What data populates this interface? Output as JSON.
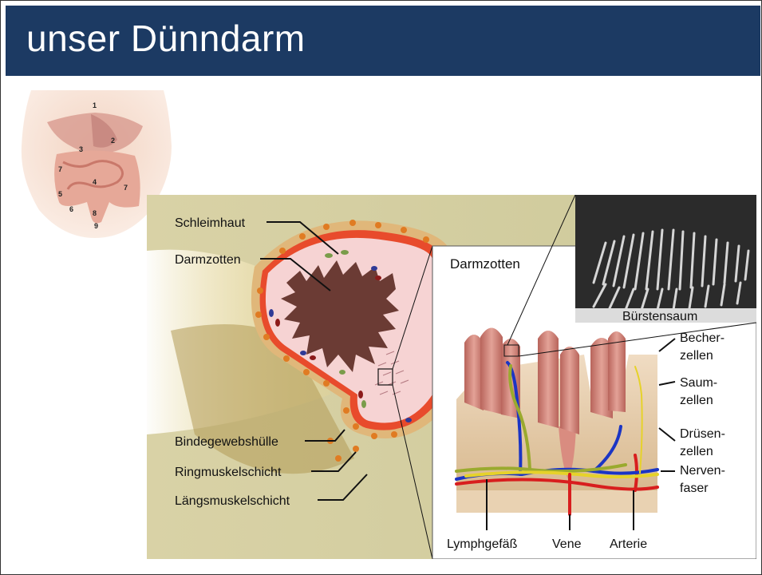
{
  "slide": {
    "title": "unser Dünndarm"
  },
  "torso": {
    "numbers": [
      "1",
      "2",
      "3",
      "4",
      "5",
      "6",
      "7",
      "7",
      "8",
      "9"
    ]
  },
  "diagram": {
    "left_labels": {
      "schleimhaut": "Schleimhaut",
      "darmzotten": "Darmzotten",
      "bindegewebshuelle": "Bindegewebshülle",
      "ringmuskelschicht": "Ringmuskelschicht",
      "laengsmuskelschicht": "Längsmuskelschicht"
    },
    "inset_title": "Darmzotten",
    "micrograph_caption": "Bürstensaum",
    "right_labels": {
      "becher_1": "Becher-",
      "becher_2": "zellen",
      "saum_1": "Saum-",
      "saum_2": "zellen",
      "druesen_1": "Drüsen-",
      "druesen_2": "zellen",
      "nerven_1": "Nerven-",
      "nerven_2": "faser"
    },
    "bottom_labels": {
      "lymphgefaess": "Lymphgefäß",
      "vene": "Vene",
      "arterie": "Arterie"
    },
    "colors": {
      "artery": "#d81e1e",
      "vein": "#1b35c4",
      "lymph": "#9aaa2e",
      "nerve": "#e6d22a",
      "villus": "#d88a80"
    }
  }
}
